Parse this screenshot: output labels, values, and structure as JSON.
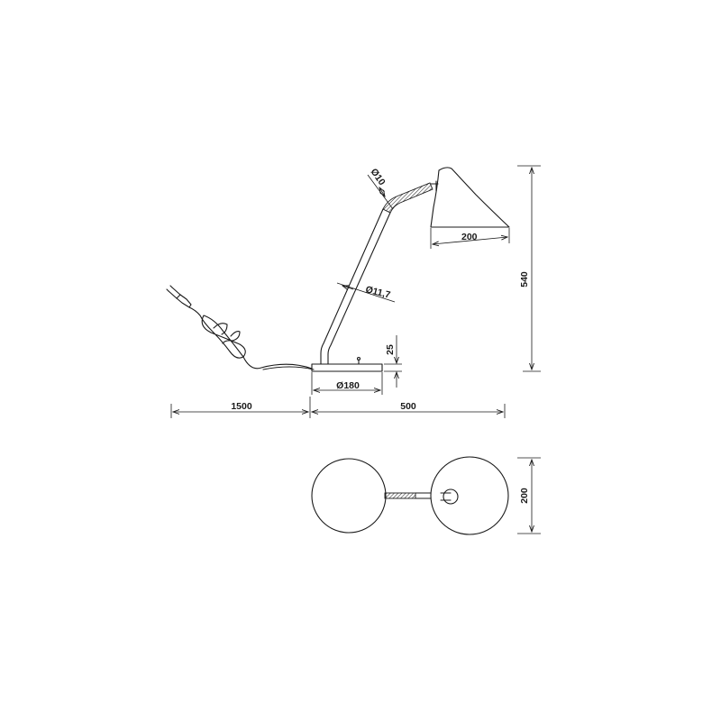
{
  "dimensions": {
    "stem_diameter": "Ø10",
    "shade_width": "200",
    "total_height": "540",
    "arm_diameter": "Ø11,7",
    "base_height": "25",
    "base_diameter": "Ø180",
    "cable_length": "1500",
    "lamp_depth": "500",
    "top_view_width": "200"
  }
}
